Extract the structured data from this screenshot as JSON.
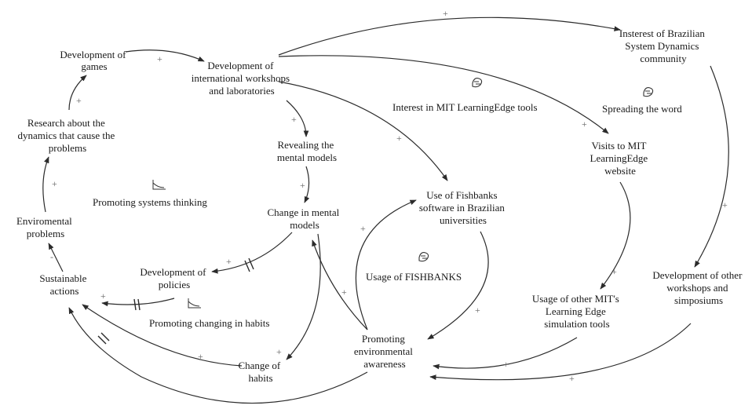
{
  "variables": {
    "dev_games": [
      "Development of",
      "games"
    ],
    "dev_workshops": [
      "Development of",
      "international workshops",
      "and laboratories"
    ],
    "interest_brazilian": [
      "Insterest of Brazilian",
      "System Dynamics",
      "community"
    ],
    "research": [
      "Research about the",
      "dynamics that cause the",
      "problems"
    ],
    "revealing": [
      "Revealing the",
      "mental models"
    ],
    "visits": [
      "Visits to MIT",
      "LearningEdge",
      "website"
    ],
    "use_fishbanks": [
      "Use of Fishbanks",
      "software in Brazilian",
      "universities"
    ],
    "change_mental": [
      "Change in mental",
      "models"
    ],
    "env_problems": [
      "Enviromental",
      "problems"
    ],
    "sustainable": [
      "Sustainable",
      "actions"
    ],
    "dev_policies": [
      "Development of",
      "policies"
    ],
    "usage_other": [
      "Usage of other MIT's",
      "Learning Edge",
      "simulation tools"
    ],
    "dev_other_ws": [
      "Development of other",
      "workshops and",
      "simposiums"
    ],
    "promoting_awareness": [
      "Promoting",
      "environmental",
      "awareness"
    ],
    "change_habits": [
      "Change of",
      "habits"
    ]
  },
  "loops": {
    "interest_mit": "Interest in MIT LearningEdge tools",
    "spreading": "Spreading the word",
    "systems_thinking": "Promoting systems thinking",
    "usage_fishbanks": "Usage of FISHBANKS",
    "changing_habits": "Promoting changing in habits"
  },
  "polarity": {
    "plus": "+",
    "minus": "-"
  }
}
